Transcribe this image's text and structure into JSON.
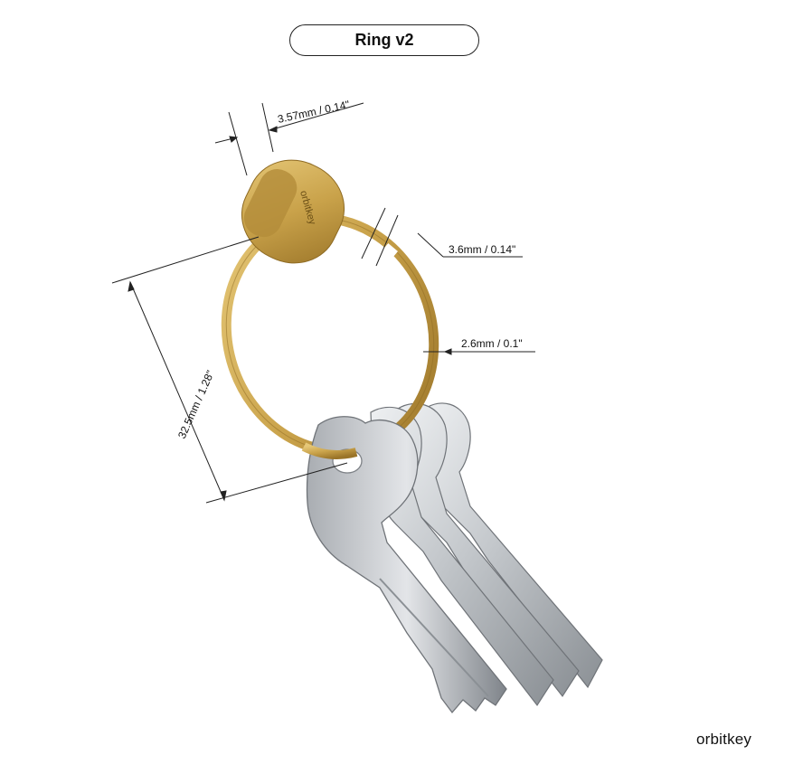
{
  "title": "Ring v2",
  "brand": "orbitkey",
  "engraving": "orbitkey",
  "dimensions": {
    "cap_width": "3.57mm / 0.14\"",
    "gap": "3.6mm / 0.14\"",
    "wire": "2.6mm / 0.1\"",
    "diameter": "32.5mm / 1.28\""
  },
  "colors": {
    "brass": "#c9a24a",
    "brass_dark": "#8e6a22",
    "steel": "#c5c8cc",
    "steel_dark": "#7d8186",
    "line": "#222222"
  }
}
